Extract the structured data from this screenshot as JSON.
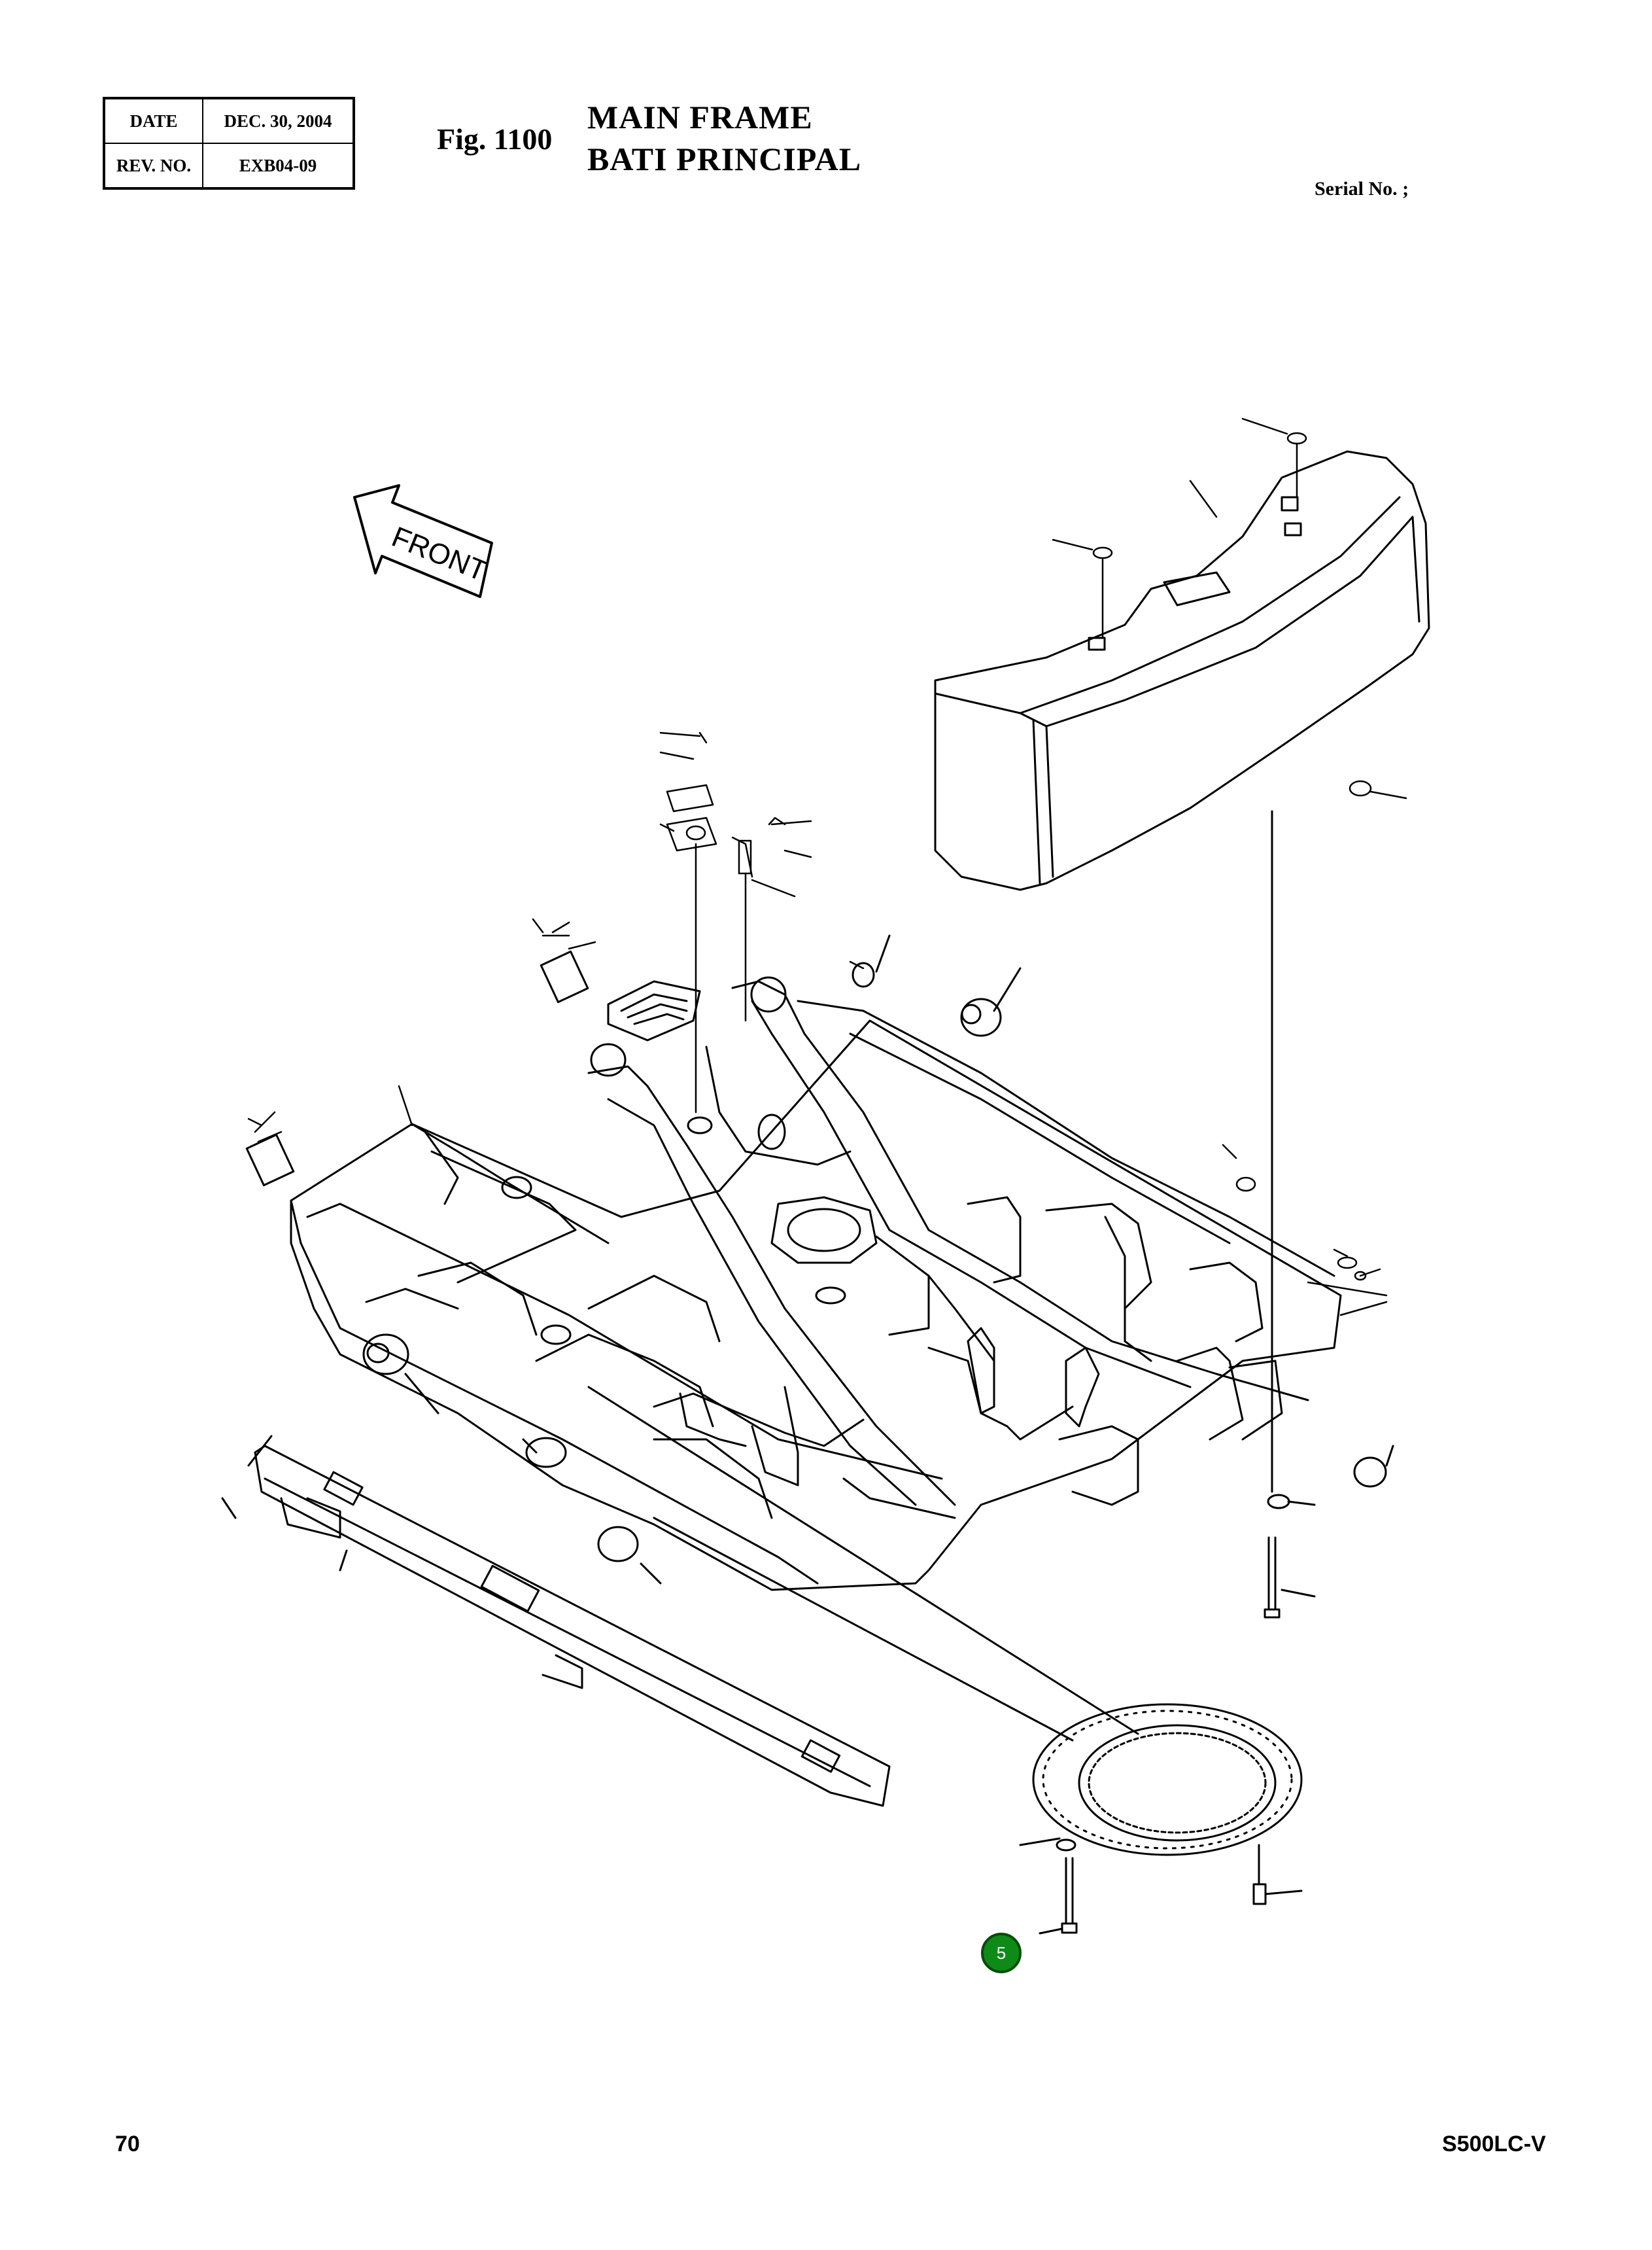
{
  "header": {
    "date_label": "DATE",
    "date_value": "DEC. 30, 2004",
    "rev_label": "REV. NO.",
    "rev_value": "EXB04-09"
  },
  "figure": {
    "number": "Fig. 1100",
    "title_en": "MAIN FRAME",
    "title_fr": "BATI PRINCIPAL"
  },
  "serial_label": "Serial No. ;",
  "diagram": {
    "front_label": "FRONT",
    "callout": "5"
  },
  "footer": {
    "page_number": "70",
    "model": "S500LC-V"
  }
}
